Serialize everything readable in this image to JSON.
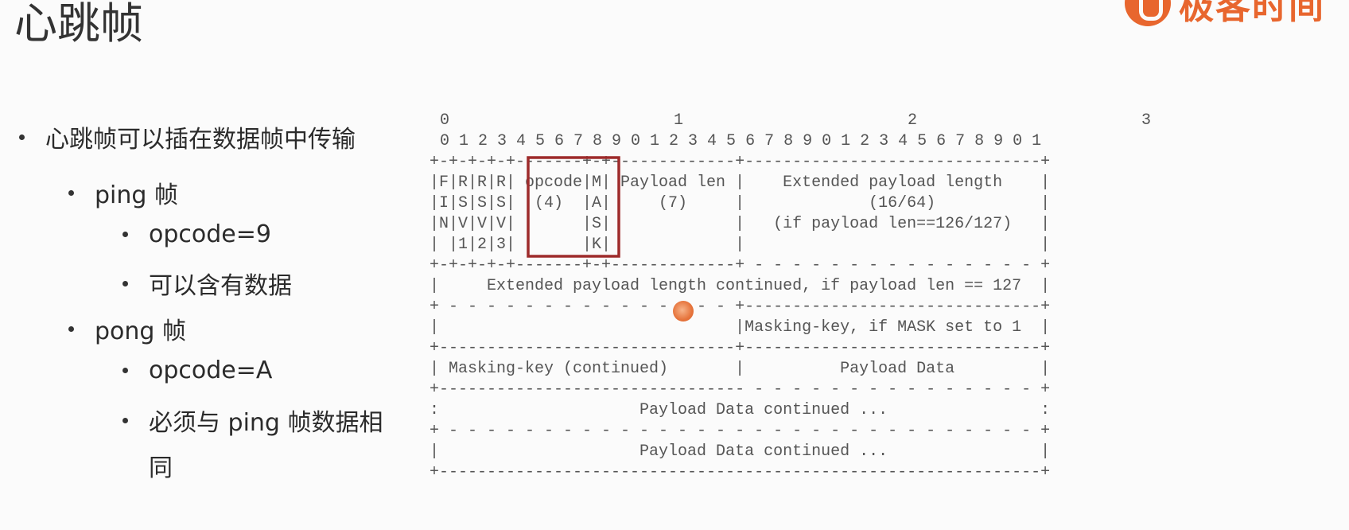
{
  "slide": {
    "title": "心跳帧",
    "logo_text": "极客时间"
  },
  "bullets": [
    {
      "level": 1,
      "text": "心跳帧可以插在数据帧中传输"
    },
    {
      "level": 2,
      "text": "ping 帧"
    },
    {
      "level": 3,
      "text": "opcode=9"
    },
    {
      "level": 3,
      "text": "可以含有数据"
    },
    {
      "level": 2,
      "text": "pong 帧"
    },
    {
      "level": 3,
      "text": "opcode=A"
    },
    {
      "level": 3,
      "text": "必须与 ping 帧数据相"
    },
    {
      "level": 3,
      "text": "同"
    }
  ],
  "frame_diagram": {
    "octet_markers": [
      "0",
      "1",
      "2",
      "3"
    ],
    "bit_numbers": "0 1 2 3 4 5 6 7 8 9 0 1 2 3 4 5 6 7 8 9 0 1 2 3 4 5 6 7 8 9 0 1",
    "lines": [
      "+-+-+-+-+-------+-+-------------+-------------------------------+",
      "|F|R|R|R| opcode|M| Payload len |    Extended payload length    |",
      "|I|S|S|S|  (4)  |A|     (7)     |             (16/64)           |",
      "|N|V|V|V|       |S|             |   (if payload len==126/127)   |",
      "| |1|2|3|       |K|             |                               |",
      "+-+-+-+-+-------+-+-------------+ - - - - - - - - - - - - - - - +",
      "|     Extended payload length continued, if payload len == 127  |",
      "+ - - - - - - - - - - - - - - - +-------------------------------+",
      "|                               |Masking-key, if MASK set to 1  |",
      "+-------------------------------+-------------------------------+",
      "| Masking-key (continued)       |          Payload Data         |",
      "+-------------------------------- - - - - - - - - - - - - - - - +",
      ":                     Payload Data continued ...                :",
      "+ - - - - - - - - - - - - - - - - - - - - - - - - - - - - - - - +",
      "|                     Payload Data continued ...                |",
      "+---------------------------------------------------------------+"
    ]
  }
}
